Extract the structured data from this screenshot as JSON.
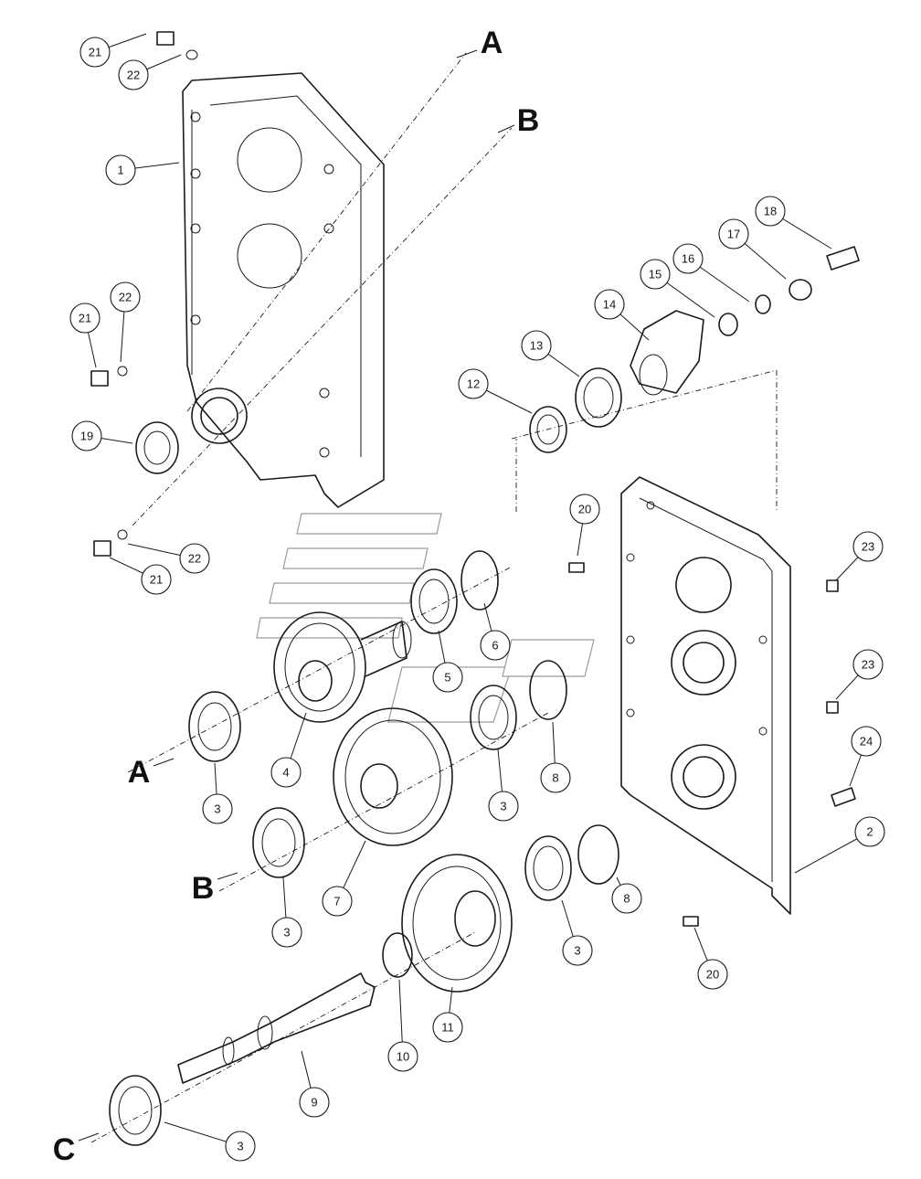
{
  "diagram": {
    "reference_letters": [
      {
        "id": "A-top",
        "label": "A"
      },
      {
        "id": "B-top",
        "label": "B"
      },
      {
        "id": "A-side",
        "label": "A"
      },
      {
        "id": "B-side",
        "label": "B"
      },
      {
        "id": "C-side",
        "label": "C"
      }
    ],
    "part_callouts": [
      "21",
      "22",
      "1",
      "18",
      "17",
      "16",
      "15",
      "14",
      "22",
      "21",
      "13",
      "12",
      "19",
      "20",
      "22",
      "21",
      "23",
      "6",
      "5",
      "23",
      "24",
      "4",
      "8",
      "3",
      "2",
      "7",
      "8",
      "3",
      "3",
      "3",
      "20",
      "10",
      "11",
      "9",
      "3"
    ]
  }
}
